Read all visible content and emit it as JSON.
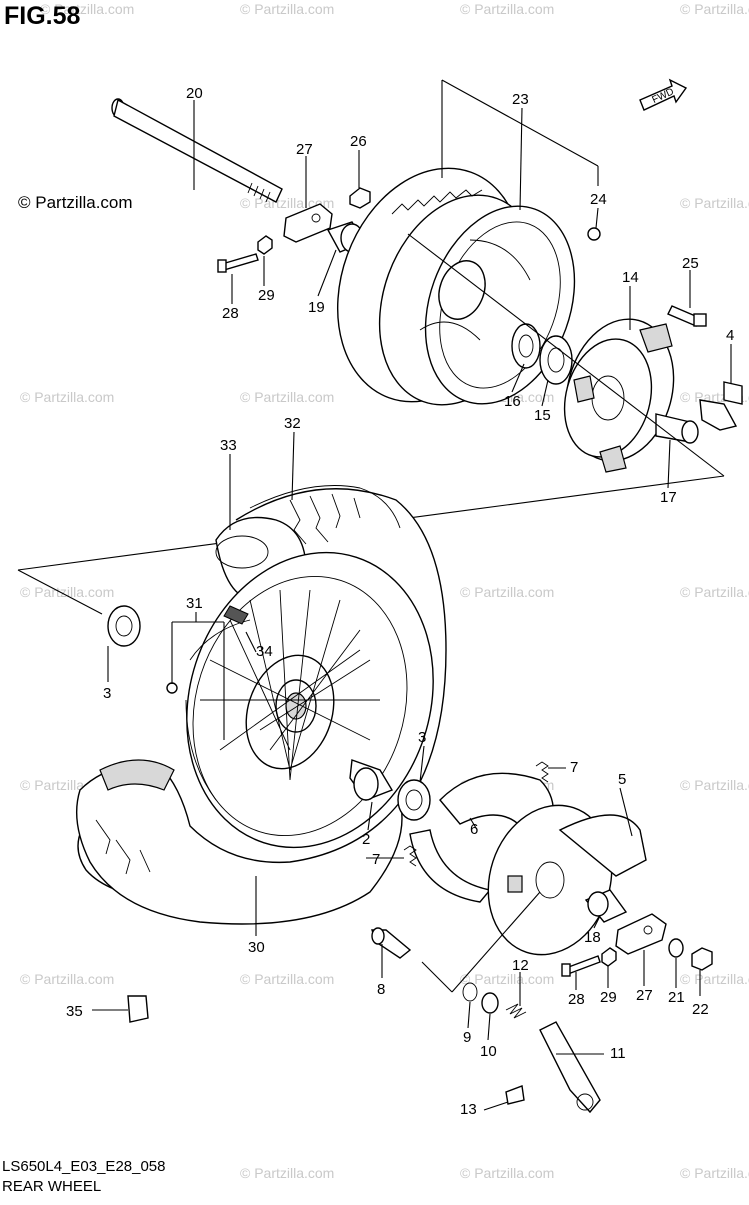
{
  "figure_title": "FIG.58",
  "copyright": "© Partzilla.com",
  "model_code": "LS650L4_E03_E28_058",
  "section_name": "REAR WHEEL",
  "fwd_label": "FWD",
  "watermark": "© Partzilla.com",
  "callouts": [
    "20",
    "23",
    "27",
    "26",
    "24",
    "14",
    "25",
    "4",
    "28",
    "29",
    "19",
    "16",
    "15",
    "17",
    "32",
    "33",
    "31",
    "34",
    "3",
    "3",
    "7",
    "5",
    "6",
    "2",
    "7",
    "18",
    "30",
    "8",
    "12",
    "28",
    "29",
    "27",
    "21",
    "22",
    "35",
    "9",
    "10",
    "11",
    "13"
  ]
}
